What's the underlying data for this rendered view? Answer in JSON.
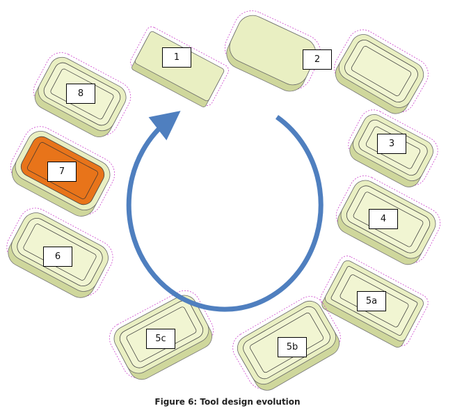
{
  "stages": [
    {
      "id": "1",
      "label": "1"
    },
    {
      "id": "2",
      "label": "2"
    },
    {
      "id": "3",
      "label": "3"
    },
    {
      "id": "4",
      "label": "4"
    },
    {
      "id": "5a",
      "label": "5a"
    },
    {
      "id": "5b",
      "label": "5b"
    },
    {
      "id": "5c",
      "label": "5c"
    },
    {
      "id": "6",
      "label": "6"
    },
    {
      "id": "7",
      "label": "7"
    },
    {
      "id": "8",
      "label": "8"
    }
  ],
  "caption": "Figure 6: Tool design evolution",
  "colors": {
    "tray": "#e9efc2",
    "highlight": "#e8741a",
    "arrow": "#4f7fbf",
    "outline": "#cc44cc"
  }
}
